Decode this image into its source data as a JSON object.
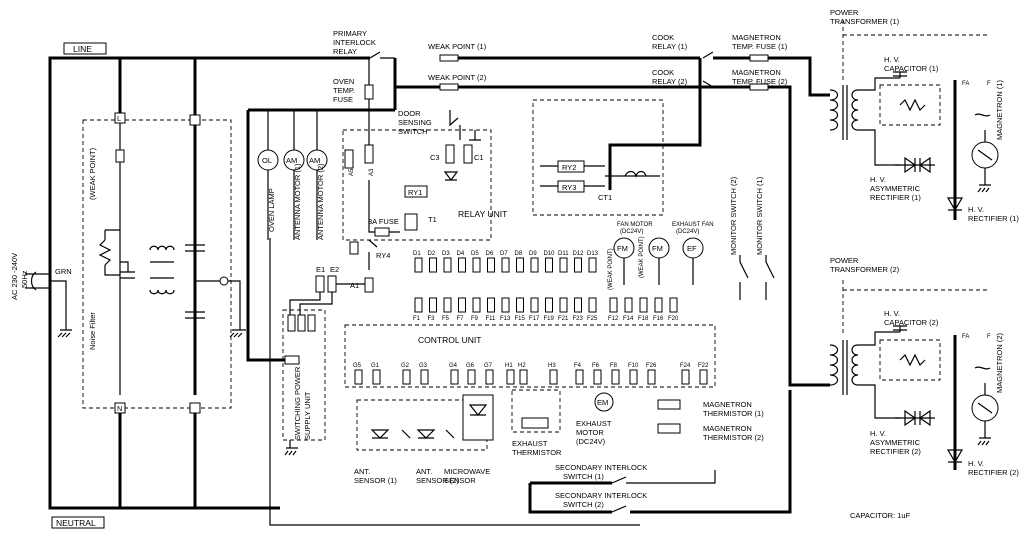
{
  "labels": {
    "line": "LINE",
    "neutral": "NEUTRAL",
    "ac_supply": "AC 230 -240V",
    "hz": "50Hz",
    "grn": "GRN",
    "weak_point_left": "(WEAK POINT)",
    "noise_filter": "Noise Filter",
    "L": "L",
    "N": "N",
    "primary_interlock_relay": [
      "PRIMARY",
      "INTERLOCK",
      "RELAY"
    ],
    "oven_temp_fuse": [
      "OVEN",
      "TEMP.",
      "FUSE"
    ],
    "weak_point_1": "WEAK POINT (1)",
    "weak_point_2": "WEAK POINT (2)",
    "door_sensing_switch": [
      "DOOR",
      "SENSING",
      "SWITCH"
    ],
    "c3": "C3",
    "c1": "C1",
    "ry1": "RY1",
    "ry2": "RY2",
    "ry3": "RY3",
    "ry4": "RY4",
    "ct1": "CT1",
    "t1": "T1",
    "fuse_3a": "3A FUSE",
    "relay_unit": "RELAY UNIT",
    "a1": "A1",
    "a3": "A3",
    "a5": "A5",
    "e1": "E1",
    "e2": "E2",
    "ol": "OL",
    "am": "AM",
    "oven_lamp": "OVEN LAMP",
    "antenna_motor_1": "ANTENNA MOTOR (1)",
    "antenna_motor_2": "ANTENNA MOTOR (2)",
    "switching_power_supply": [
      "SWITCHING POWER",
      "SUPPLY UNIT"
    ],
    "cook_relay_1": [
      "COOK",
      "RELAY (1)"
    ],
    "cook_relay_2": [
      "COOK",
      "RELAY (2)"
    ],
    "magnetron_temp_fuse_1": [
      "MAGNETRON",
      "TEMP. FUSE (1)"
    ],
    "magnetron_temp_fuse_2": [
      "MAGNETRON",
      "TEMP. FUSE (2)"
    ],
    "power_transformer_1": [
      "POWER",
      "TRANSFORMER (1)"
    ],
    "power_transformer_2": [
      "POWER",
      "TRANSFORMER (2)"
    ],
    "hv_capacitor_1": [
      "H. V.",
      "CAPACITOR (1)"
    ],
    "hv_capacitor_2": [
      "H. V.",
      "CAPACITOR (2)"
    ],
    "magnetron_1": "MAGNETRON (1)",
    "magnetron_2": "MAGNETRON (2)",
    "fa": "FA",
    "f": "F",
    "hv_asym_rect_1": [
      "H. V.",
      "ASYMMETRIC",
      "RECTIFIER (1)"
    ],
    "hv_asym_rect_2": [
      "H. V.",
      "ASYMMETRIC",
      "RECTIFIER (2)"
    ],
    "hv_rectifier_1": [
      "H. V.",
      "RECTIFIER (1)"
    ],
    "hv_rectifier_2": [
      "H. V.",
      "RECTIFIER (2)"
    ],
    "monitor_switch_1": "MONITOR SWITCH (1)",
    "monitor_switch_2": "MONITOR SWITCH (2)",
    "fan_motor": [
      "FAN MOTOR",
      "(DC24V)"
    ],
    "exhaust_fan": [
      "EXHAUST FAN",
      "(DC24V)"
    ],
    "fm": "FM",
    "ef": "EF",
    "em": "EM",
    "weak_point_small": "(WEAK POINT)",
    "control_unit": "CONTROL UNIT",
    "exhaust_thermistor": [
      "EXHAUST",
      "THERMISTOR"
    ],
    "exhaust_motor": [
      "EXHAUST",
      "MOTOR",
      "(DC24V)"
    ],
    "magnetron_thermistor_1": [
      "MAGNETRON",
      "THERMISTOR (1)"
    ],
    "magnetron_thermistor_2": [
      "MAGNETRON",
      "THERMISTOR (2)"
    ],
    "ant_sensor_1": [
      "ANT.",
      "SENSOR (1)"
    ],
    "ant_sensor_2": [
      "ANT.",
      "SENSOR (2)"
    ],
    "microwave_sensor": [
      "MICROWAVE",
      "SENSOR"
    ],
    "secondary_interlock_1": [
      "SECONDARY INTERLOCK",
      "SWITCH (1)"
    ],
    "secondary_interlock_2": [
      "SECONDARY INTERLOCK",
      "SWITCH (2)"
    ],
    "capacitor_note": "CAPACITOR: 1uF"
  },
  "d_connectors": [
    "D1",
    "D2",
    "D3",
    "D4",
    "D5",
    "D6",
    "D7",
    "D8",
    "D9",
    "D10",
    "D11",
    "D12",
    "D13"
  ],
  "f_connectors_row": [
    "F1",
    "F3",
    "F5",
    "F7",
    "F9",
    "F11",
    "F13",
    "F15",
    "F17",
    "F19",
    "F21",
    "F23",
    "F25",
    "F12",
    "F14",
    "F18",
    "F16",
    "F20"
  ],
  "g_connectors": [
    "G5",
    "G1",
    "G2",
    "G3",
    "G4",
    "G6",
    "G7",
    "H1",
    "H2",
    "H3",
    "F4",
    "F6",
    "F8",
    "F10",
    "F26",
    "F24",
    "F22"
  ]
}
